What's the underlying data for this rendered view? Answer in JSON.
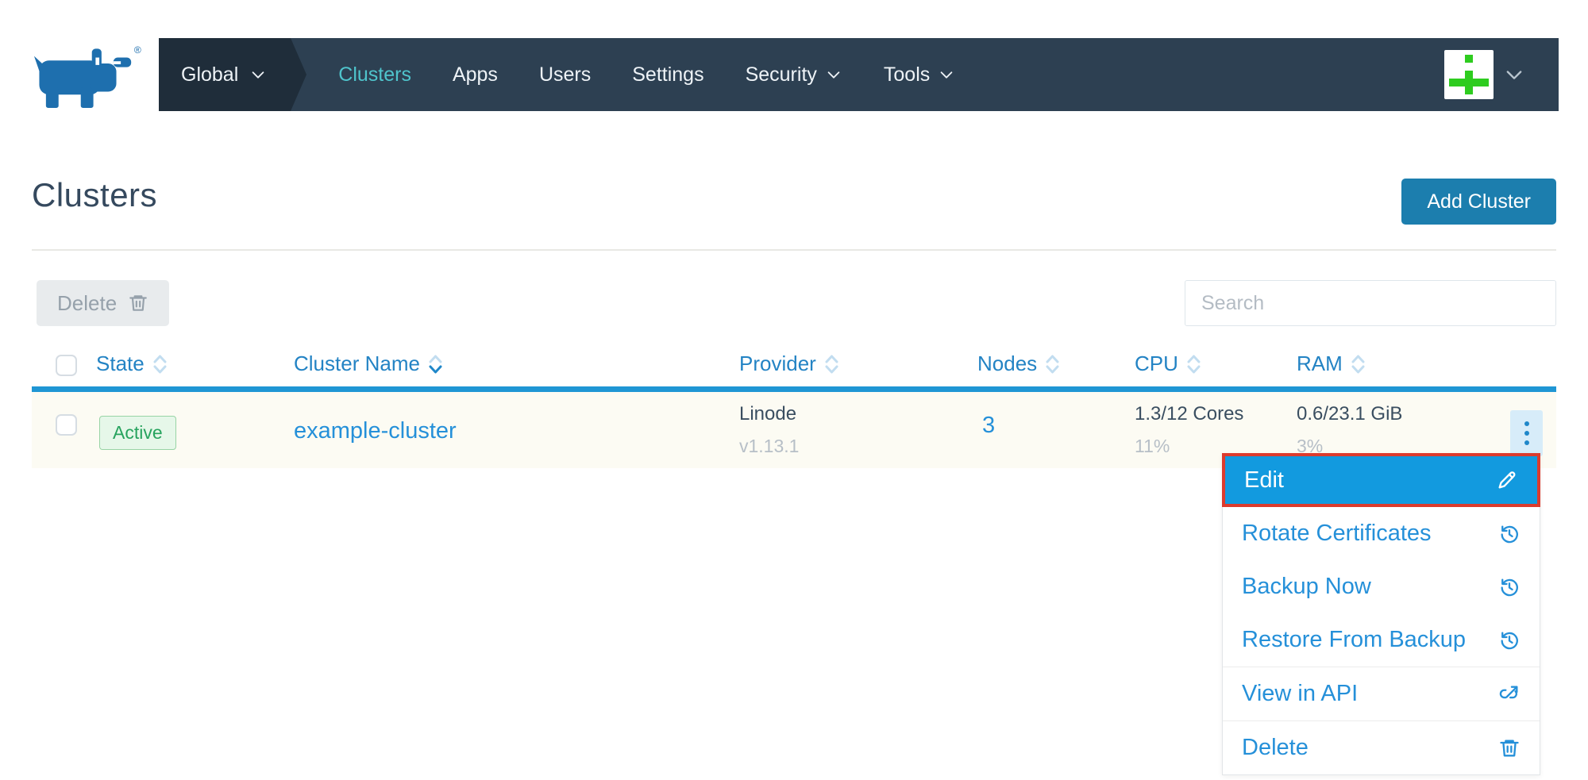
{
  "nav": {
    "env_label": "Global",
    "items": [
      {
        "label": "Clusters",
        "active": true,
        "dropdown": false
      },
      {
        "label": "Apps",
        "active": false,
        "dropdown": false
      },
      {
        "label": "Users",
        "active": false,
        "dropdown": false
      },
      {
        "label": "Settings",
        "active": false,
        "dropdown": false
      },
      {
        "label": "Security",
        "active": false,
        "dropdown": true
      },
      {
        "label": "Tools",
        "active": false,
        "dropdown": true
      }
    ],
    "logo_mark": "®",
    "avatar": {
      "type": "identicon",
      "color": "#2ecc1f"
    }
  },
  "page": {
    "title": "Clusters",
    "add_button": "Add Cluster",
    "delete_button": "Delete",
    "search_placeholder": "Search"
  },
  "table": {
    "columns": [
      "State",
      "Cluster Name",
      "Provider",
      "Nodes",
      "CPU",
      "RAM"
    ],
    "sort": {
      "column": "Cluster Name",
      "direction": "down"
    },
    "rows": [
      {
        "state": "Active",
        "name": "example-cluster",
        "provider": "Linode",
        "provider_version": "v1.13.1",
        "nodes": "3",
        "cpu": "1.3/12 Cores",
        "cpu_percent": "11%",
        "ram": "0.6/23.1 GiB",
        "ram_percent": "3%"
      }
    ]
  },
  "context_menu": {
    "items": [
      {
        "label": "Edit",
        "icon": "pencil-icon",
        "highlighted": true
      },
      {
        "label": "Rotate Certificates",
        "icon": "history-icon",
        "highlighted": false
      },
      {
        "label": "Backup Now",
        "icon": "history-icon",
        "highlighted": false
      },
      {
        "label": "Restore From Backup",
        "icon": "history-icon",
        "highlighted": false
      },
      {
        "label": "View in API",
        "icon": "external-link-icon",
        "highlighted": false
      },
      {
        "label": "Delete",
        "icon": "trash-icon",
        "highlighted": false
      }
    ]
  },
  "colors": {
    "nav_bg": "#2d4052",
    "nav_env_bg": "#1f2d3a",
    "nav_active_teal": "#4fc4cc",
    "primary_button_blue": "#1c7eae",
    "link_blue": "#2590d9",
    "header_blue": "#2383c4",
    "table_rule_blue": "#1f96d4",
    "menu_highlight_blue": "#129adf",
    "highlight_border_red": "#dc3b2d",
    "status_active_green": "#27a35e",
    "logo_blue": "#1e6fae",
    "avatar_green": "#2ecc1f"
  }
}
